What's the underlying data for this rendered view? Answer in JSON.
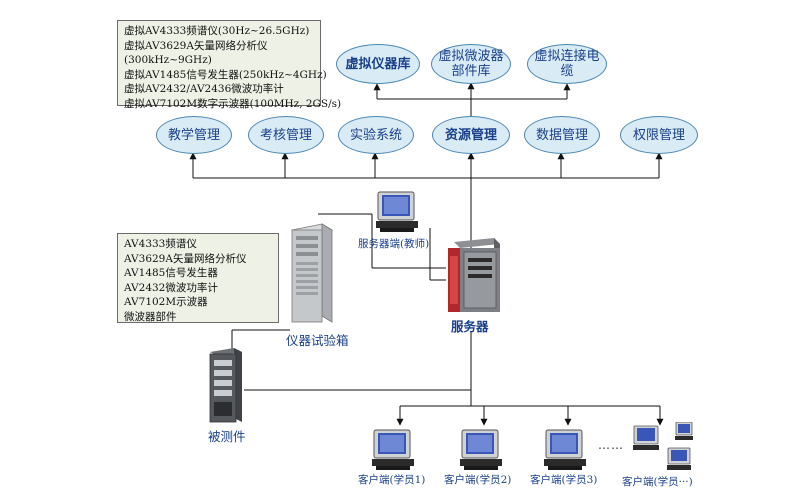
{
  "top_boxes": [
    {
      "label": "虚拟仪器库",
      "bold": true
    },
    {
      "label": "虚拟微波器部件库",
      "bold": false
    },
    {
      "label": "虚拟连接电缆",
      "bold": false
    }
  ],
  "mid_boxes": [
    {
      "label": "教学管理",
      "bold": false
    },
    {
      "label": "考核管理",
      "bold": false
    },
    {
      "label": "实验系统",
      "bold": false
    },
    {
      "label": "资源管理",
      "bold": true
    },
    {
      "label": "数据管理",
      "bold": false
    },
    {
      "label": "权限管理",
      "bold": false
    }
  ],
  "virtual_panel": {
    "lines": [
      "虚拟AV4333频谱仪(30Hz~26.5GHz)",
      "虚拟AV3629A矢量网络分析仪",
      "(300kHz~9GHz)",
      "虚拟AV1485信号发生器(250kHz~4GHz)",
      "虚拟AV2432/AV2436微波功率计",
      "虚拟AV7102M数字示波器(100MHz, 2GS/s)"
    ]
  },
  "instrument_panel": {
    "lines": [
      "AV4333频谱仪",
      "AV3629A矢量网络分析仪",
      "AV1485信号发生器",
      "AV2432微波功率计",
      "AV7102M示波器",
      "微波器部件"
    ]
  },
  "labels": {
    "teacher_terminal": "服务器端(教师)",
    "server": "服务器",
    "test_box": "仪器试验箱",
    "dut": "被测件",
    "client1": "客户端(学员1)",
    "client2": "客户端(学员2)",
    "client3": "客户端(学员3)",
    "client4": "客户端(学员···)",
    "ellipsis": "……"
  },
  "colors": {
    "ellipse_fill": "#d9ecf6",
    "ellipse_border": "#4a86b4",
    "text_blue": "#1a3f8a",
    "panel_fill": "#eef2e6",
    "server_red": "#b3262a"
  }
}
